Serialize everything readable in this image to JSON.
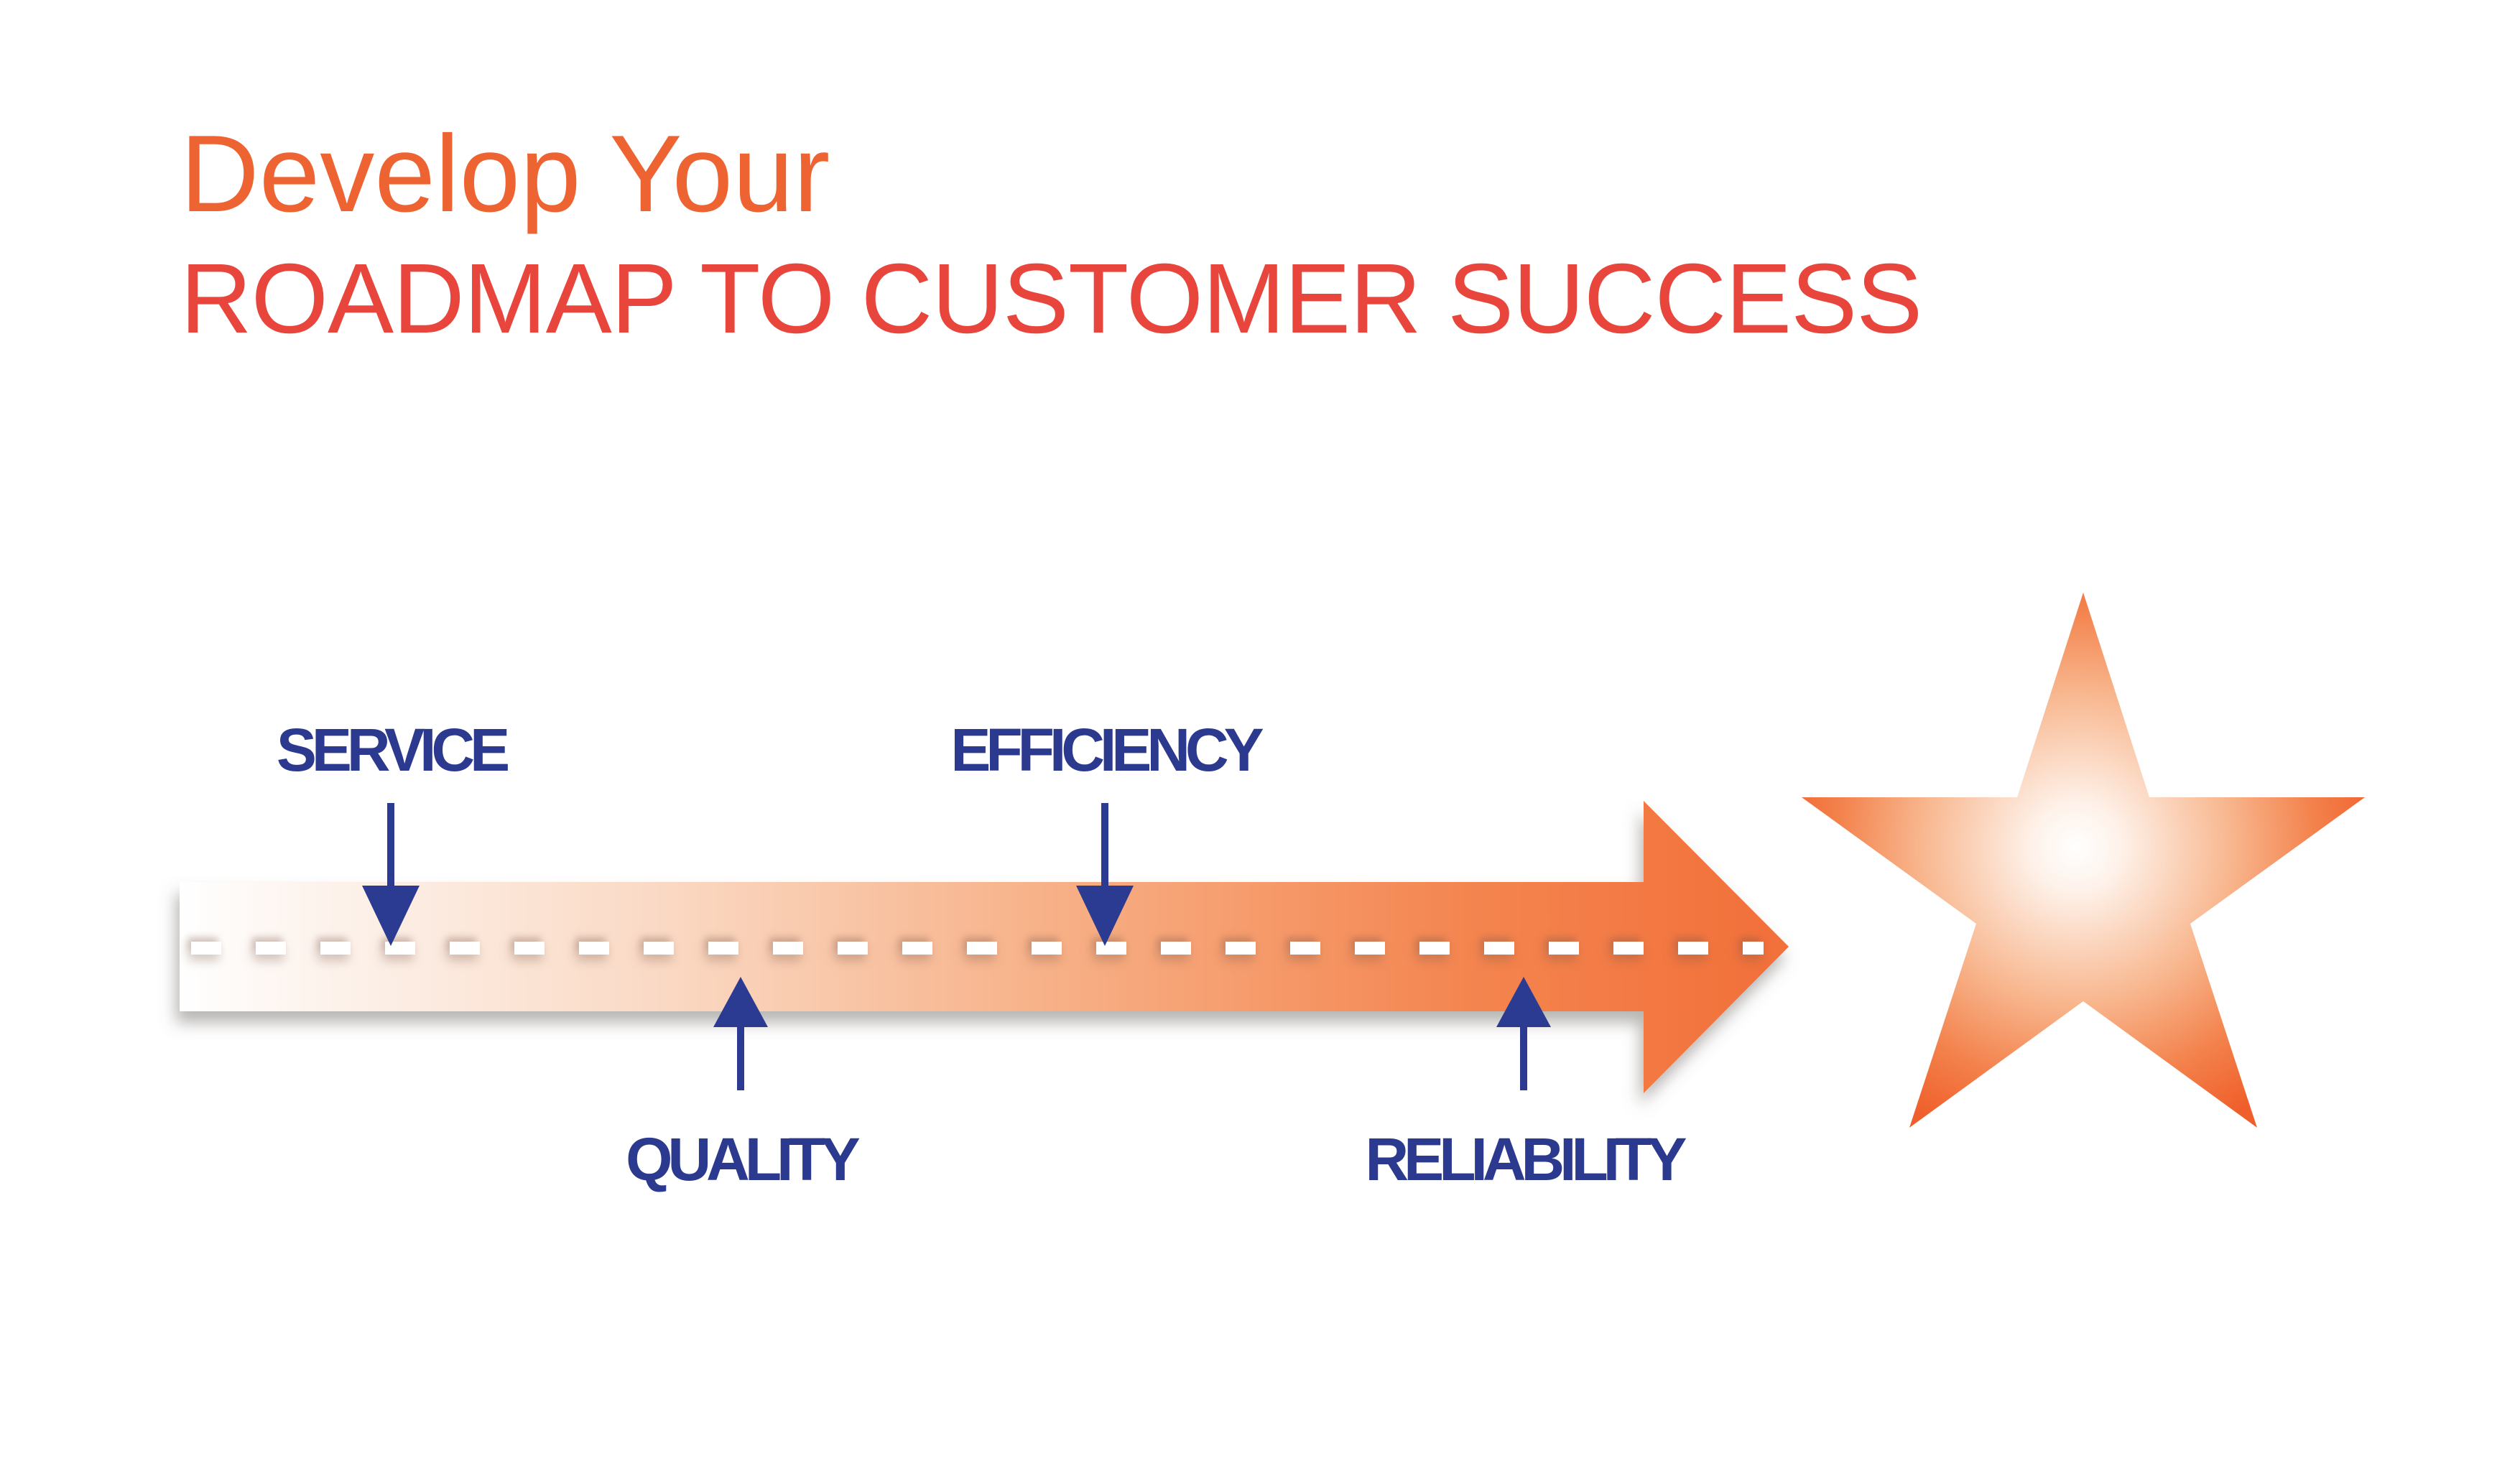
{
  "title": {
    "line1": "Develop Your",
    "line2": "ROADMAP TO CUSTOMER SUCCESS"
  },
  "roadmap": {
    "milestones_above": [
      {
        "label": "SERVICE"
      },
      {
        "label": "EFFICIENCY"
      }
    ],
    "milestones_below": [
      {
        "label": "QUALITY"
      },
      {
        "label": "RELIABILITY"
      }
    ],
    "icons": {
      "road": "road-arrow-icon",
      "lane_marking": "dashed-center-line",
      "destination": "star-icon",
      "pointers": "navy-pointer-arrow-icon"
    }
  },
  "colors": {
    "title_line1_orange": "#EE6332",
    "title_line2_red": "#E8463C",
    "label_navy": "#2B3A8F",
    "pointer_navy": "#2C3B92",
    "road_orange_end": "#F2703A",
    "road_light_start": "#FFFFFF",
    "star_edge_orange": "#F05F2B",
    "star_core": "#FFFFFF",
    "dash_white": "#FFFFFF"
  }
}
